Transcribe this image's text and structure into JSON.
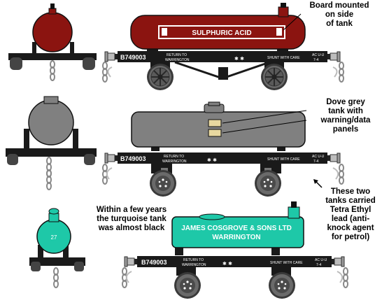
{
  "colors": {
    "red_tank": "#8b1410",
    "grey_tank": "#808080",
    "turquoise_tank": "#1ec8a8",
    "chassis": "#1a1a1a",
    "wheel": "#555555",
    "buffer": "#cfcfcf",
    "label_text": "#ffffff"
  },
  "annotations": {
    "board": [
      "Board mounted",
      "on side",
      "of tank"
    ],
    "dove_grey": [
      "Dove grey",
      "tank with",
      "warning/data",
      "panels"
    ],
    "tetra": [
      "These two",
      "tanks carried",
      "Tetra Ethyl",
      "lead (anti-",
      "knock agent",
      "for petrol)"
    ],
    "turquoise": [
      "Within a few years",
      "the turquoise tank",
      "was almost black"
    ]
  },
  "wagons": [
    {
      "id": "red",
      "tank_label": "SULPHURIC ACID",
      "number": "B749003",
      "return_text": [
        "RETURN TO",
        "WARRINGTON"
      ],
      "shunt_text": "SHUNT WITH CARE",
      "code_text": [
        "AC U-U",
        "7-4"
      ]
    },
    {
      "id": "grey",
      "number": "B749003",
      "return_text": [
        "RETURN TO",
        "WARRINGTON"
      ],
      "shunt_text": "SHUNT WITH CARE",
      "code_text": [
        "AC U-U",
        "7-4"
      ]
    },
    {
      "id": "turquoise",
      "tank_label": [
        "JAMES COSGROVE & SONS LTD",
        "WARRINGTON"
      ],
      "number": "B749003",
      "return_text": [
        "RETURN TO",
        "WARRINGTON"
      ],
      "shunt_text": "SHUNT WITH CARE",
      "code_text": [
        "AC U-U",
        "7-4"
      ],
      "end_number": "27"
    }
  ]
}
